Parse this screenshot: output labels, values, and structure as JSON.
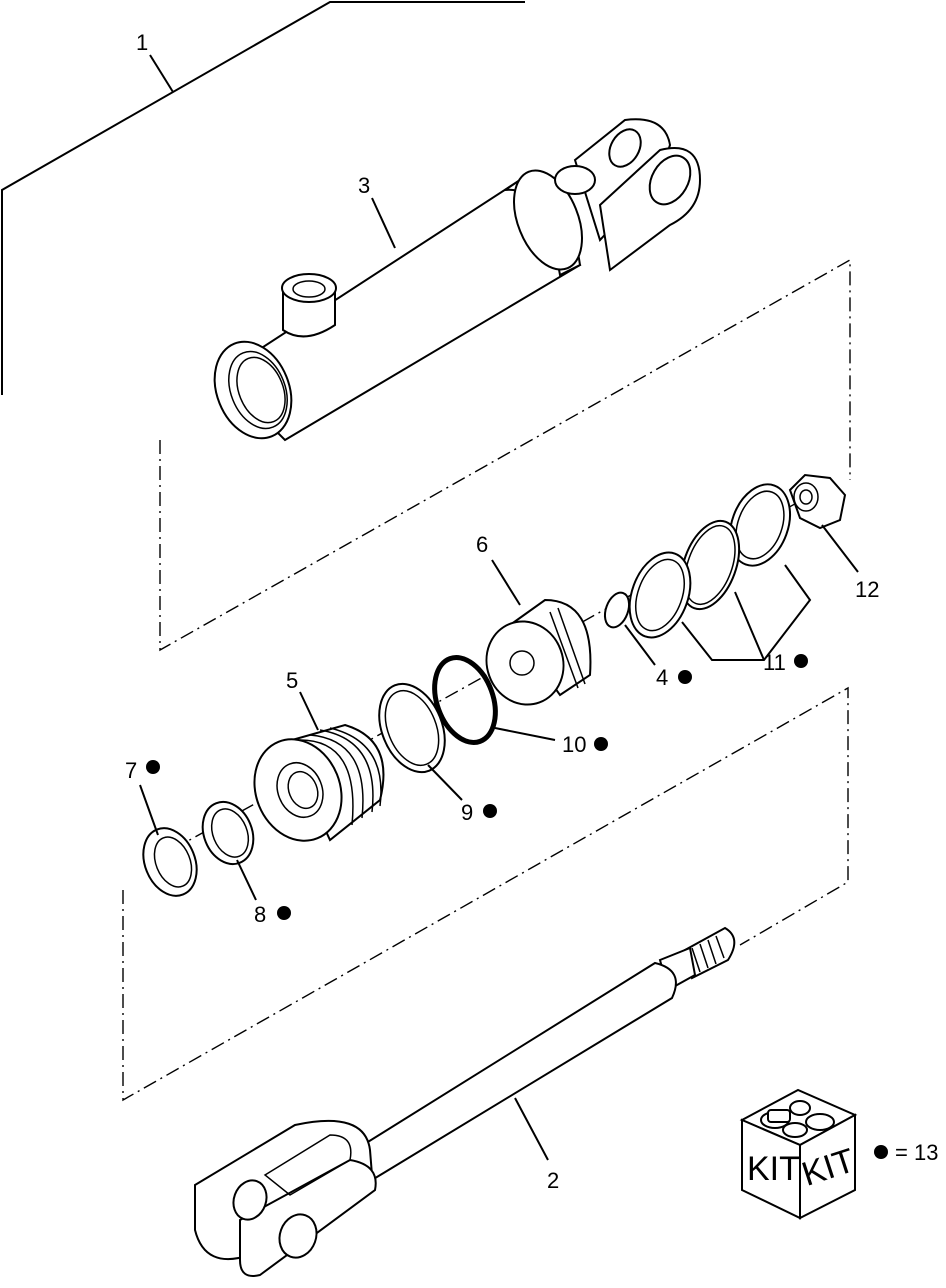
{
  "callouts": {
    "c1": "1",
    "c2": "2",
    "c3": "3",
    "c4": "4",
    "c5": "5",
    "c6": "6",
    "c7": "7",
    "c8": "8",
    "c9": "9",
    "c10": "10",
    "c11": "11",
    "c12": "12"
  },
  "kit": {
    "label_left": "KIT",
    "label_right": "KIT",
    "legend_text": "= 13"
  }
}
